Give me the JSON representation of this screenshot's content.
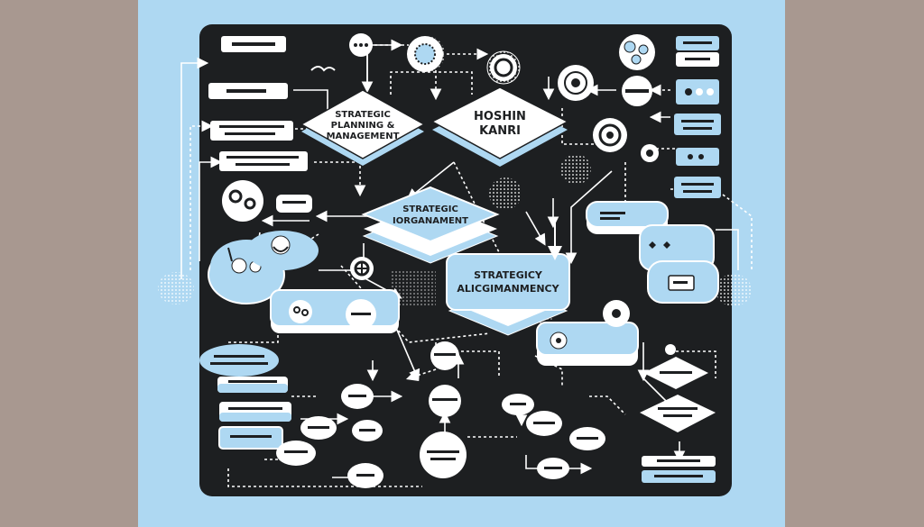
{
  "colors": {
    "frame": "#a89890",
    "background": "#aed8f2",
    "board": "#1d1f21",
    "node_fill": "#ffffff",
    "node_accent": "#aed8f2",
    "line": "#ffffff"
  },
  "diagram": {
    "strategic_planning": [
      "STRATEGIC",
      "PLANNING &",
      "MANAGEMENT"
    ],
    "hoshin_kanri": [
      "HOSHIN",
      "KANRI"
    ],
    "strategic_organament": [
      "STRATEGIC",
      "IORGANAMENT"
    ],
    "strategic_alignment": [
      "STRATEGICY",
      "ALICGIMANMENCY"
    ]
  }
}
